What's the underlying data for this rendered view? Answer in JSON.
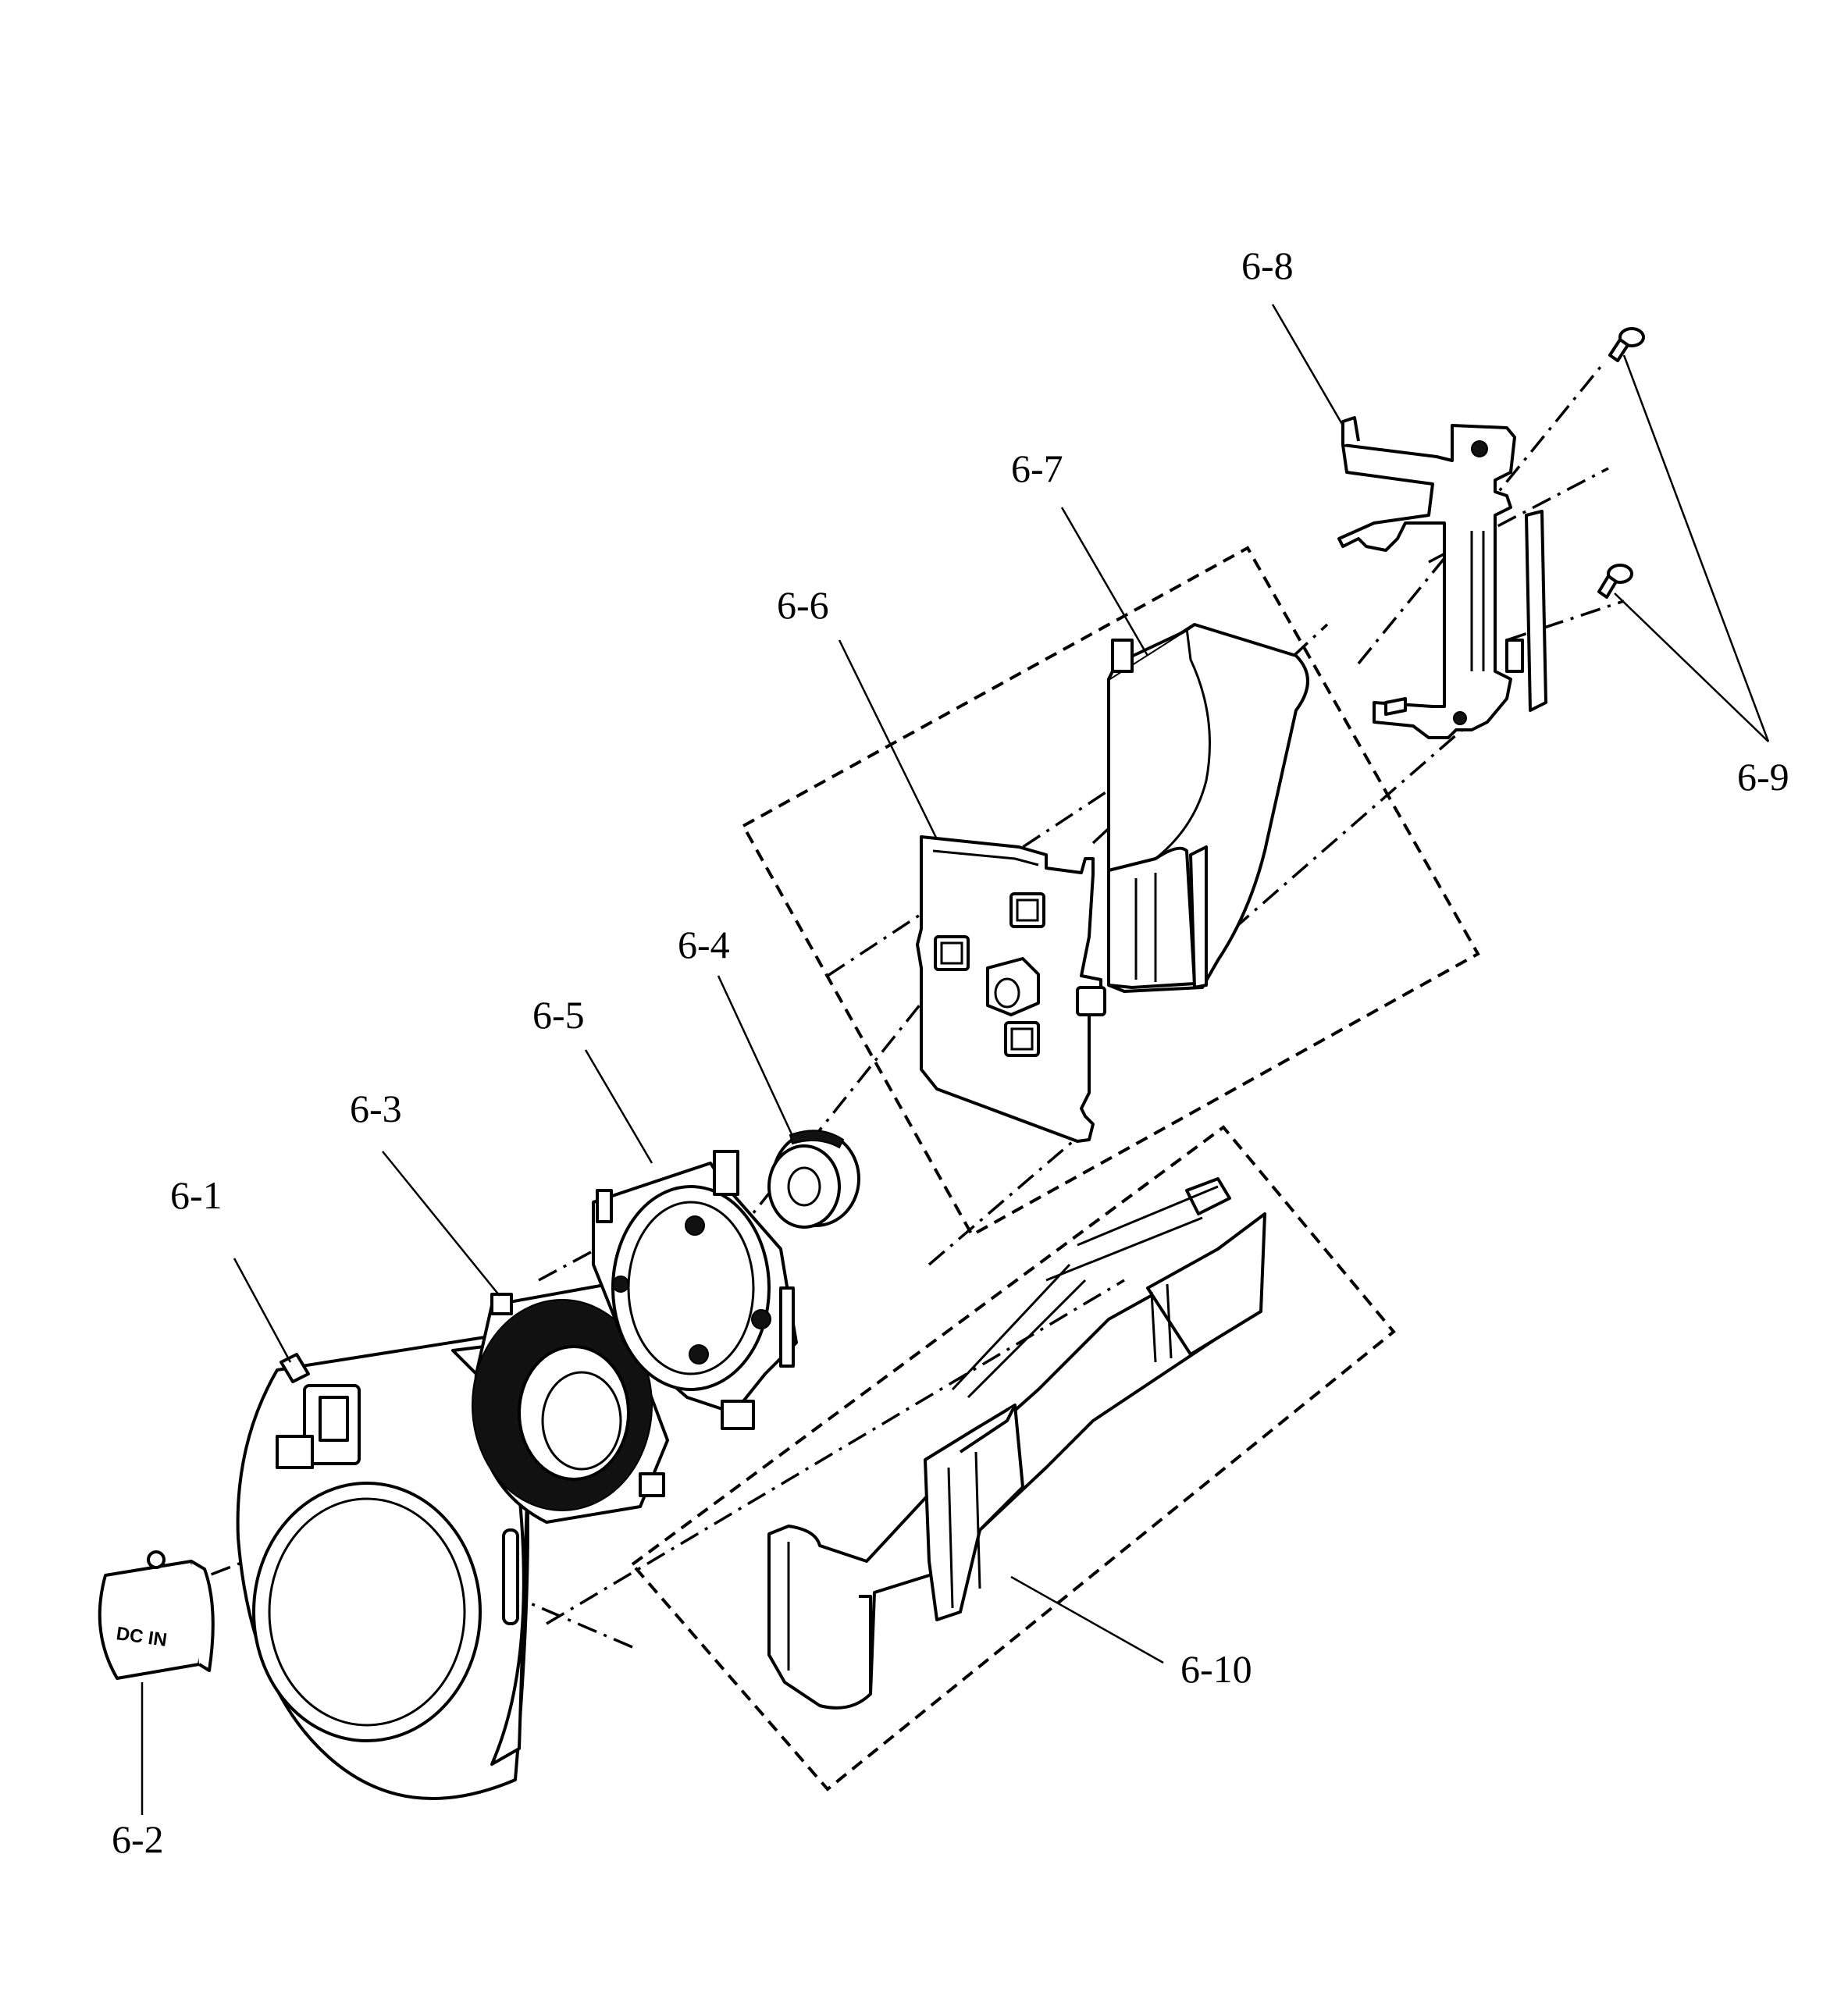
{
  "diagram": {
    "labels": [
      {
        "id": "6-1",
        "text": "6-1"
      },
      {
        "id": "6-2",
        "text": "6-2"
      },
      {
        "id": "6-3",
        "text": "6-3"
      },
      {
        "id": "6-4",
        "text": "6-4"
      },
      {
        "id": "6-5",
        "text": "6-5"
      },
      {
        "id": "6-6",
        "text": "6-6"
      },
      {
        "id": "6-7",
        "text": "6-7"
      },
      {
        "id": "6-8",
        "text": "6-8"
      },
      {
        "id": "6-9",
        "text": "6-9"
      },
      {
        "id": "6-10",
        "text": "6-10"
      }
    ],
    "jack_cover_text": "DC IN"
  }
}
